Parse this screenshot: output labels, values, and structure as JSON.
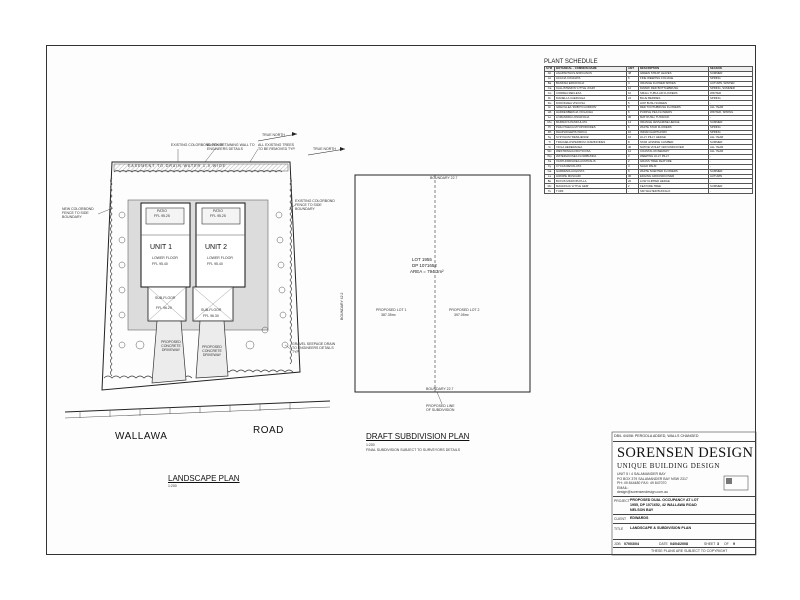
{
  "landscape_plan": {
    "title": "LANDSCAPE PLAN",
    "scale": "1:200",
    "road_name_1": "WALLAWA",
    "road_name_2": "ROAD",
    "unit_1": "UNIT 1",
    "unit_2": "UNIT 2",
    "lower_floor_1": "LOWER FLOOR",
    "lower_floor_2": "LOWER FLOOR",
    "ffl_lower_1": "FFL 95.40",
    "ffl_lower_2": "FFL 95.40",
    "ffl_patio_1": "FFL 95.25",
    "ffl_patio_2": "FFL 95.25",
    "patio_1": "PATIO",
    "patio_2": "PATIO",
    "sub_floor_1": "SUB-FLOOR",
    "sub_floor_2": "SUB-FLOOR",
    "ffl_sub_1": "FFL 96.20",
    "ffl_sub_2": "FFL 96.30",
    "driveway_1": "PROPOSED CONCRETE DRIVEWAY",
    "driveway_2": "PROPOSED CONCRETE DRIVEWAY",
    "easement": "EASEMENT TO DRAIN WATER 1.0 WIDE",
    "fence_existing": "EXISTING COLORBOND FENCE",
    "retaining_wall": "BLOCK RETAINING WALL TO ENGINEERS DETAILS",
    "trees_removed": "ALL EXISTING TREES TO BE REMOVED TYP.",
    "new_fence_left": "NEW COLORBOND FENCE TO SIDE BOUNDARY",
    "existing_fence_right": "EXISTING COLORBOND FENCE TO SIDE BOUNDARY",
    "gravel_drain": "GRAVEL SEEPAGE DRAIN TO ENGINEERS DETAILS TYP.",
    "north": "TRUE NORTH"
  },
  "subdivision_plan": {
    "title": "DRAFT SUBDIVISION PLAN",
    "scale": "1:200",
    "note": "FINAL SUBDIVISION SUBJECT TO SURVEYORS DETAILS",
    "top_frontage": "BOUNDARY 22.7",
    "bottom_frontage": "BOUNDARY 22.7",
    "left_side": "BOUNDARY 42.2",
    "lot_line": "LOT 1955",
    "dp_line": "DP 1071652",
    "area_line": "AREA = 794.3m²",
    "lot_1": "PROPOSED LOT 1",
    "lot_1_area": "387.35m²",
    "lot_2": "PROPOSED LOT 2",
    "lot_2_area": "397.05m²",
    "line_of_subdivision": "PROPOSED LINE OF SUBDIVISION",
    "north": "TRUE NORTH"
  },
  "plant_schedule": {
    "title": "PLANT SCHEDULE",
    "headers": [
      "SYM",
      "BOTANICAL - COMMON NAME",
      "AMT",
      "DESCRIPTION",
      "SEASON"
    ],
    "rows": [
      [
        "Ab",
        "AGAPANTHUS AFRICANUS",
        "48",
        "GREEN STRAP LEAVES",
        "SUMMER"
      ],
      [
        "Ac",
        "ACACIA COGNATA",
        "6",
        "FINE WEEPING FOLIAGE",
        "SPRING"
      ],
      [
        "Ba",
        "BANKSIA ERICIFOLIA",
        "4",
        "ORANGE FLOWER SPIKES",
        "AUTUMN, WINTER"
      ],
      [
        "Ca",
        "CALLISTEMON 'LITTLE JOHN'",
        "12",
        "DWARF RED BOTTLEBRUSH",
        "SPRING, SUMMER"
      ],
      [
        "Co",
        "CORREA REFLEXA",
        "10",
        "SMALL TUBULAR FLOWERS",
        "WINTER"
      ],
      [
        "Di",
        "DIANELLA CAERULEA",
        "24",
        "BLUE BERRIES",
        "SPRING"
      ],
      [
        "Do",
        "DODONAEA VISCOSA",
        "5",
        "HOP BUSH SCREEN",
        "-"
      ],
      [
        "Gr",
        "GREVILLEA 'ROBYN GORDON'",
        "8",
        "RED TOOTHBRUSH FLOWERS",
        "ALL YEAR"
      ],
      [
        "Hb",
        "HARDENBERGIA VIOLACEA",
        "6",
        "PURPLE PEA FLOWERS",
        "WINTER, SPRING"
      ],
      [
        "Lo",
        "LOMANDRA LONGIFOLIA",
        "30",
        "MAT RUSH, TUSSOCK",
        "-"
      ],
      [
        "Mu",
        "MURRAYA PANICULATA",
        "14",
        "ORANGE JESSAMINE HEDGE",
        "SUMMER"
      ],
      [
        "Pl",
        "PHILOTHECA MYOPOROIDES",
        "6",
        "WHITE STAR FLOWERS",
        "SPRING"
      ],
      [
        "Rh",
        "RHAPHIOLEPIS INDICA",
        "10",
        "INDIAN HAWTHORN",
        "SPRING"
      ],
      [
        "Sy",
        "SYZYGIUM 'RESILIENCE'",
        "16",
        "LILLY PILLY HEDGE",
        "ALL YEAR"
      ],
      [
        "Tr",
        "TRACHELOSPERMUM JASMINOIDES",
        "8",
        "STAR JASMINE CLIMBER",
        "SUMMER"
      ],
      [
        "Vi",
        "VIOLA HEDERACEA",
        "40",
        "NATIVE VIOLET GROUNDCOVER",
        "ALL YEAR"
      ],
      [
        "Wc",
        "WESTRINGIA FRUTICOSA",
        "12",
        "COASTAL ROSEMARY",
        "ALL YEAR"
      ],
      [
        "Wp",
        "WATERHOUSEA FLORIBUNDA",
        "3",
        "WEEPING LILLY PILLY",
        "-"
      ],
      [
        "Xa",
        "XANTHORRHOEA AUSTRALIS",
        "2",
        "GRASS TREE FEATURE",
        "-"
      ],
      [
        "Cy",
        "CYCAS REVOLUTA",
        "4",
        "SAGO PALM",
        "-"
      ],
      [
        "Ga",
        "GARDENIA AUGUSTA",
        "9",
        "WHITE SCENTED FLOWERS",
        "SUMMER"
      ],
      [
        "Ls",
        "LIRIOPE MUSCARI",
        "36",
        "EDGING GROUNDCOVER",
        "AUTUMN"
      ],
      [
        "Bu",
        "BUXUS MICROPHYLLA",
        "20",
        "LOW CLIPPED HEDGE",
        "-"
      ],
      [
        "Mc",
        "MAGNOLIA 'LITTLE GEM'",
        "2",
        "FEATURE TREE",
        "SUMMER"
      ],
      [
        "Tu",
        "TURF",
        "-",
        "SIR WALTER BUFFALO",
        "-"
      ]
    ]
  },
  "title_block": {
    "revision_note": "DB/L 4/4/08: PERGOLA ADDED, WALLS CHANGED",
    "brand": "SORENSEN DESIGN",
    "brand_sub": "UNIQUE BUILDING DESIGN",
    "contact_1": "UNIT 5 / 4 SALAMANDER BAY",
    "contact_2": "PO BOX 379 SALAMANDER BAY NSW 2317",
    "contact_3": "PH: 49 844480 FAX: 49 847070",
    "contact_4": "EMAIL:",
    "contact_5": "design@sorensendesign.com.au",
    "project_label": "PROJECT",
    "project_1": "PROPOSED DUAL OCCUPANCY AT LOT",
    "project_2": "1955, DP 1071652, 42 WALLAWA ROAD",
    "project_3": "NELSON BAY",
    "client_label": "CLIENT",
    "client": "EDWARDS",
    "drawing_label": "TITLE",
    "drawing_title": "LANDSCAPE & SUBDIVISION PLAN",
    "job_label": "JOB",
    "job_no": "07003/04",
    "date_label": "DATE",
    "date": "04/04/2008",
    "sheet_label": "SHEET",
    "sheet": "3",
    "of_label": "OF",
    "of": "9",
    "copyright": "THESE PLANS ARE SUBJECT TO COPYRIGHT"
  }
}
